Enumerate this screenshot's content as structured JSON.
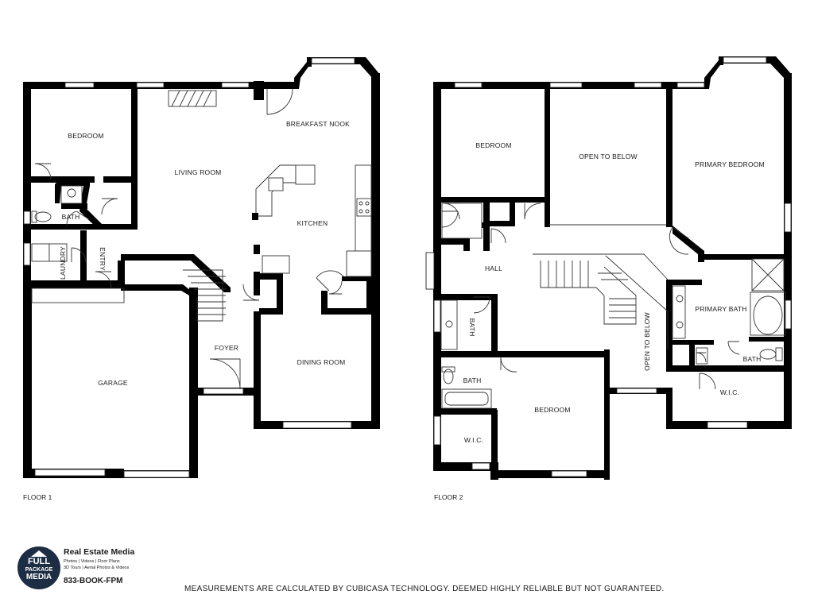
{
  "floor1": {
    "label": "FLOOR 1",
    "rooms": {
      "bedroom": "BEDROOM",
      "living_room": "LIVING ROOM",
      "breakfast_nook": "BREAKFAST NOOK",
      "kitchen": "KITCHEN",
      "bath": "BATH",
      "laundry": "LAUNDRY",
      "entry": "ENTRY",
      "foyer": "FOYER",
      "dining_room": "DINING ROOM",
      "garage": "GARAGE"
    }
  },
  "floor2": {
    "label": "FLOOR 2",
    "rooms": {
      "bedroom_nw": "BEDROOM",
      "open_to_below_top": "OPEN TO BELOW",
      "primary_bedroom": "PRIMARY BEDROOM",
      "hall": "HALL",
      "bath_vertical": "BATH",
      "open_to_below_side": "OPEN TO BELOW",
      "primary_bath": "PRIMARY BATH",
      "bath_lower": "BATH",
      "bath_primary_wc": "BATH",
      "wic_primary": "W.I.C.",
      "bedroom_south": "BEDROOM",
      "wic_small": "W.I.C."
    }
  },
  "brand": {
    "logo_line1": "FULL",
    "logo_line2": "PACKAGE",
    "logo_line3": "MEDIA",
    "title": "Real Estate Media",
    "services_line1": "Photos | Videos | Floor Plans",
    "services_line2": "3D Tours | Aerial Photos & Videos",
    "phone": "833-BOOK-FPM"
  },
  "disclaimer": "MEASUREMENTS ARE CALCULATED BY CUBICASA TECHNOLOGY. DEEMED HIGHLY RELIABLE BUT NOT GUARANTEED."
}
